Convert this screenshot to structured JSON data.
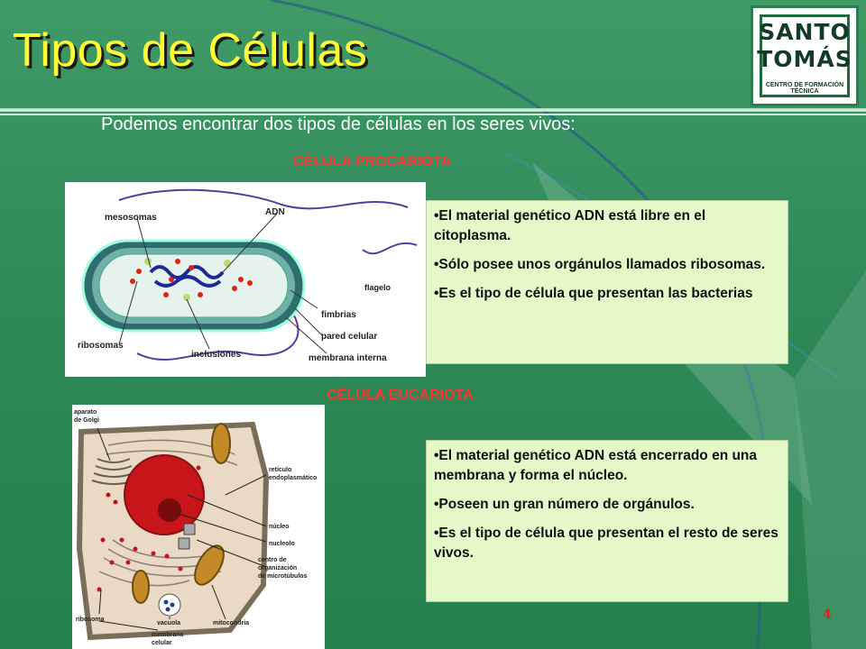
{
  "slide": {
    "title": "Tipos de Células",
    "logo": {
      "line1": "SANTO",
      "line2": "TOMÁS",
      "line3": "CENTRO DE FORMACIÓN TÉCNICA"
    },
    "intro": "Podemos encontrar dos tipos de células en los seres vivos:",
    "page_number": "4"
  },
  "prokaryote": {
    "heading": "CÉLULA PROCARIOTA",
    "labels": {
      "mesosomas": "mesosomas",
      "adn": "ADN",
      "flagelo": "flagelo",
      "fimbrias": "fimbrias",
      "pared": "pared celular",
      "membrana": "membrana interna",
      "inclusiones": "inclusiones",
      "ribosomas": "ribosomas"
    },
    "bullets": [
      "•El material genético ADN está libre en el citoplasma.",
      "•Sólo posee unos orgánulos llamados ribosomas.",
      "•Es el tipo de célula que presentan las bacterias"
    ]
  },
  "eukaryote": {
    "heading": "CÉLULA EUCARIOTA",
    "labels": {
      "golgi1": "aparato",
      "golgi2": "de Golgi",
      "reticulo1": "retículo",
      "reticulo2": "endoplasmático",
      "nucleo": "núcleo",
      "nucleolo": "nucleolo",
      "centro1": "centro de",
      "centro2": "organización",
      "centro3": "de microtúbulos",
      "ribosoma": "ribosoma",
      "vacuola": "vacuola",
      "membrana1": "membrana",
      "membrana2": "celular",
      "mitocondria": "mitocondria"
    },
    "bullets": [
      "•El material genético ADN está encerrado en una membrana y forma el núcleo.",
      "•Poseen un gran número de orgánulos.",
      "•Es el tipo de célula que presentan el resto de seres vivos."
    ]
  },
  "colors": {
    "title": "#ffff33",
    "heading": "#ff3333",
    "panel": "#e4f8c8",
    "background": "#2f8a58"
  }
}
